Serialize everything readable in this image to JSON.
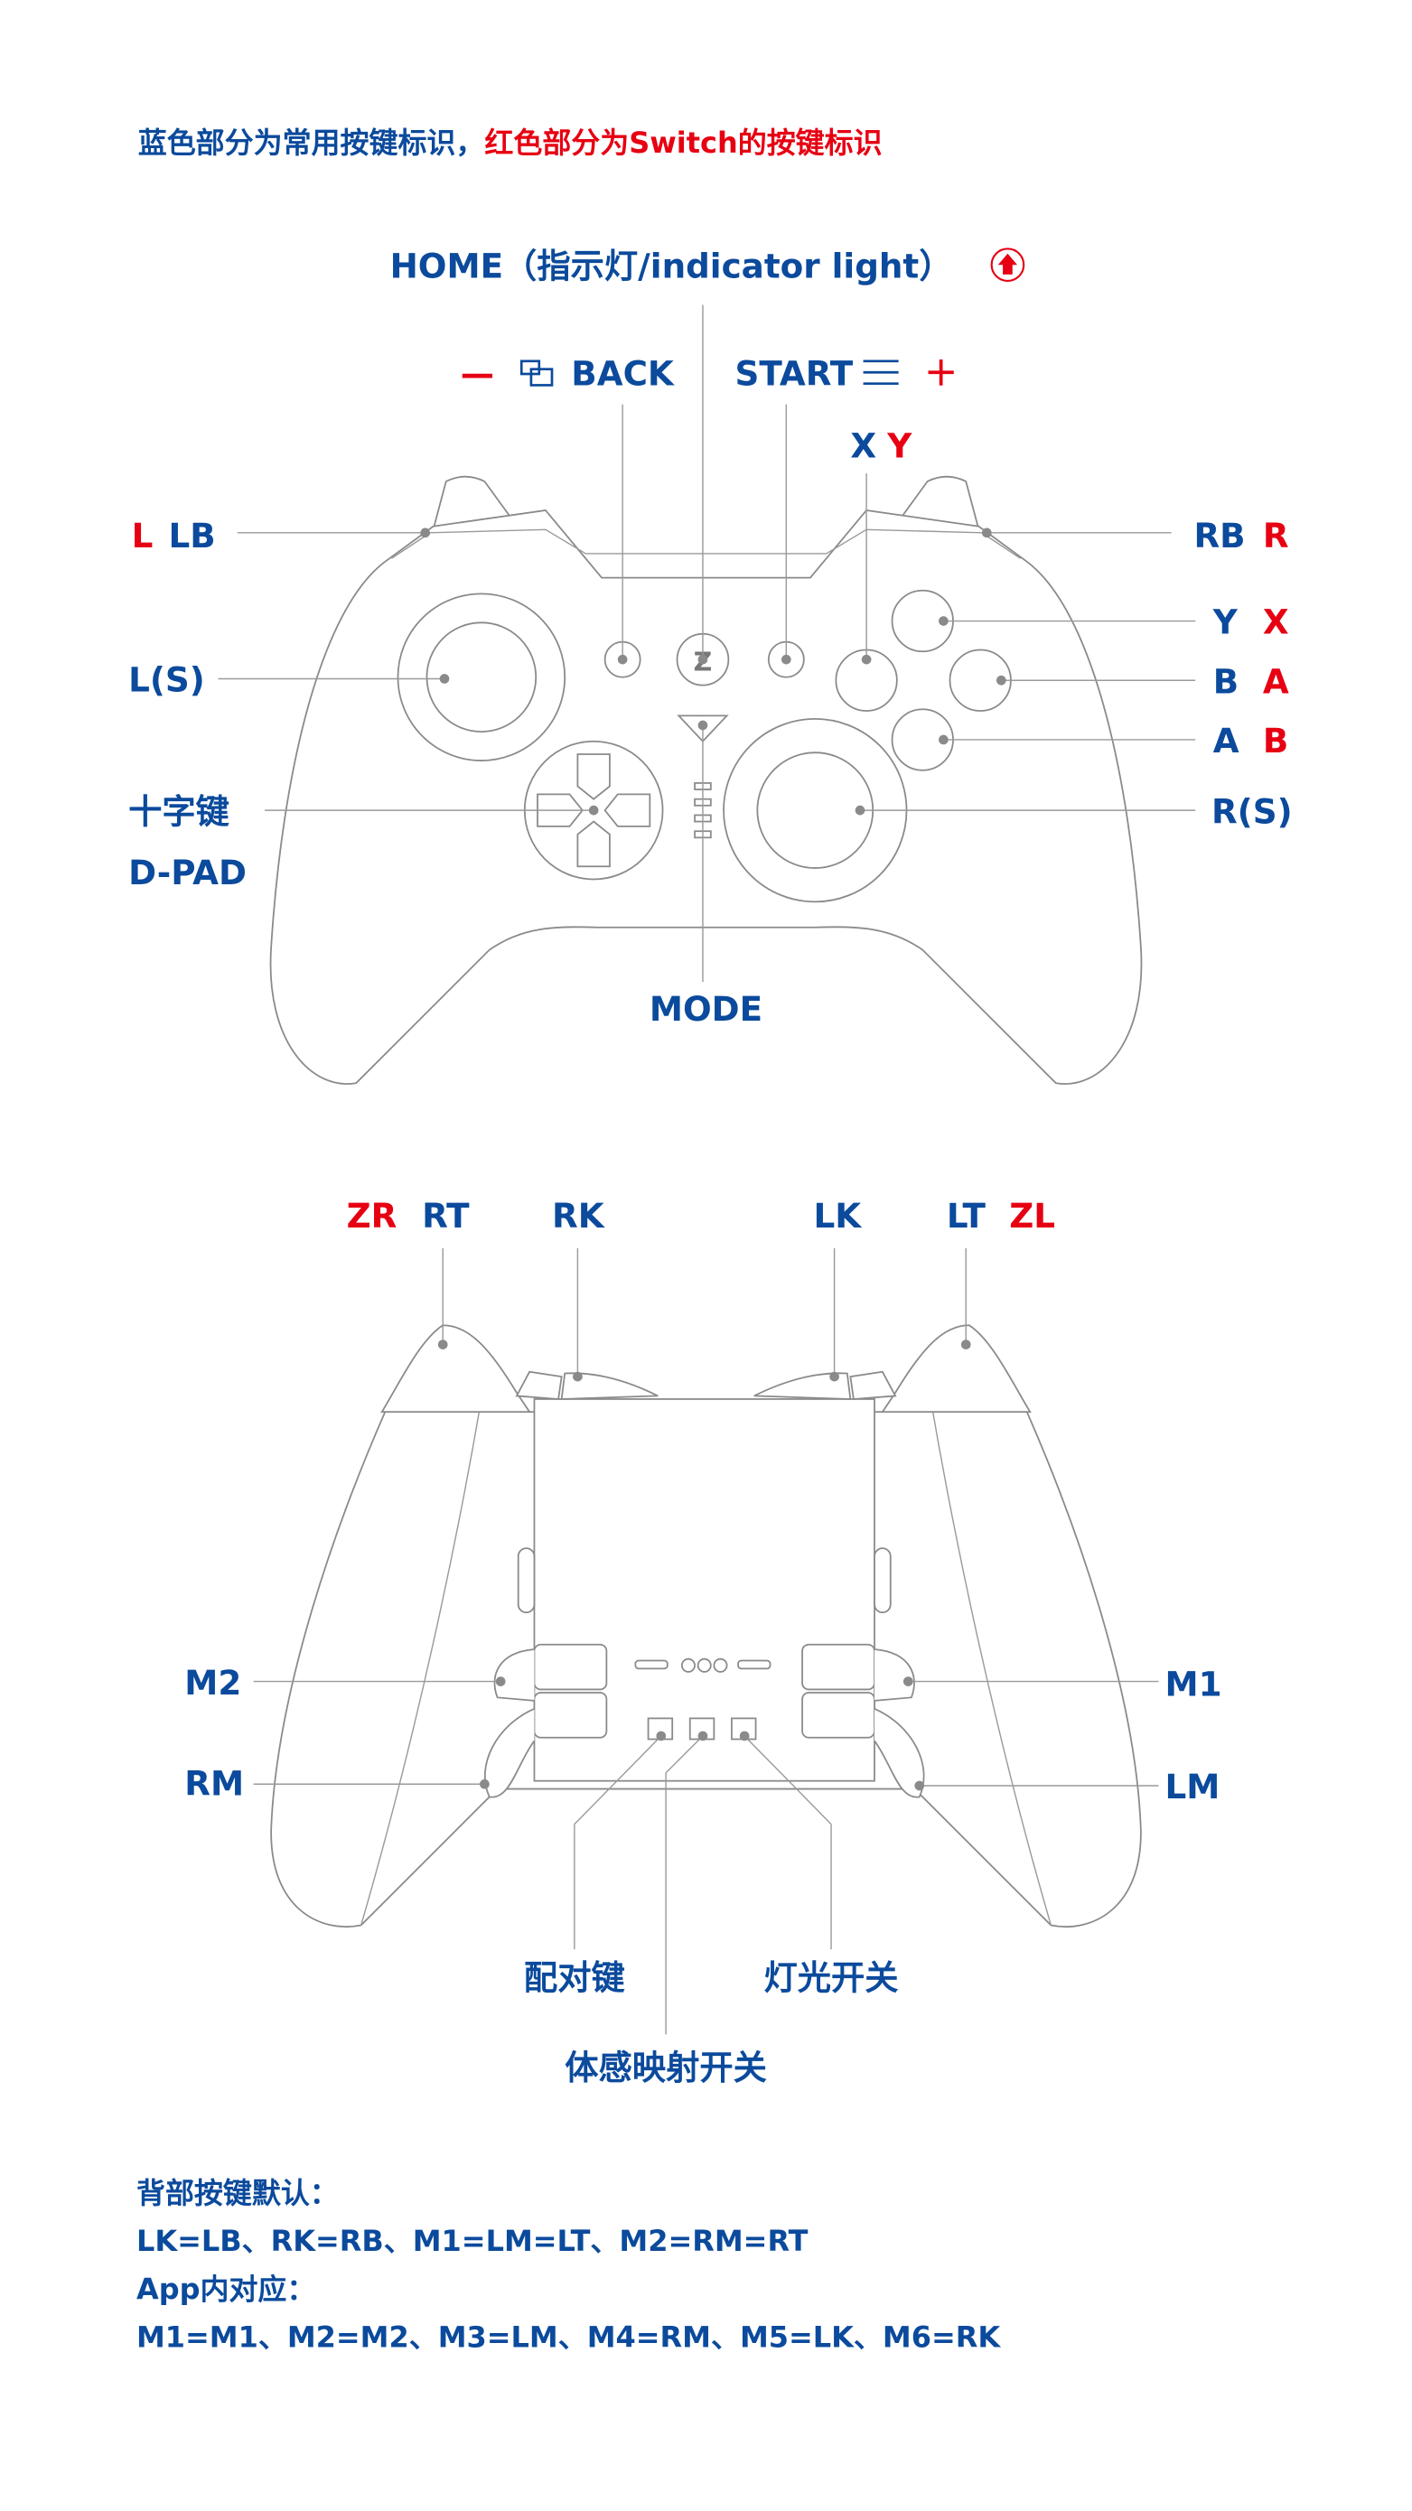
{
  "header": {
    "blue_part": "蓝色部分为常用按键标识，",
    "red_part": "红色部分为Switch的按键标识"
  },
  "front": {
    "home": "HOME（指示灯/indicator light）",
    "back": "BACK",
    "start": "START",
    "minus": "—",
    "plus": "＋",
    "x_blue": "X",
    "y_red": "Y",
    "lb_red": "L",
    "lb_blue": "LB",
    "rb_blue": "RB",
    "rb_red": "R",
    "y_blue": "Y",
    "x_red": "X",
    "b_blue": "B",
    "a_red": "A",
    "a_blue": "A",
    "b_red": "B",
    "ls": "L(S)",
    "rs": "R(S)",
    "dpad_cn": "十字键",
    "dpad_en": "D-PAD",
    "mode": "MODE"
  },
  "back_view": {
    "zr": "ZR",
    "rt": "RT",
    "rk": "RK",
    "lk": "LK",
    "lt": "LT",
    "zl": "ZL",
    "m2": "M2",
    "rm": "RM",
    "m1": "M1",
    "lm": "LM",
    "pair": "配对键",
    "light": "灯光开关",
    "motion": "体感映射开关"
  },
  "notes": {
    "line1": "背部按键默认：",
    "line2": "LK=LB、RK=RB、M1=LM=LT、M2=RM=RT",
    "line3": "App内对应：",
    "line4": "M1=M1、M2=M2、M3=LM、M4=RM、M5=LK、M6=RK"
  },
  "colors": {
    "blue": "#0b4a9c",
    "red": "#e60012"
  }
}
